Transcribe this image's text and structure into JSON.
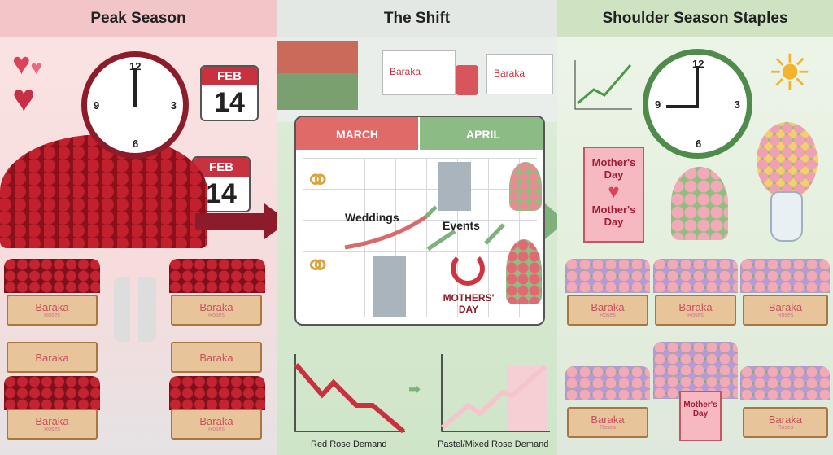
{
  "panels": {
    "peak": {
      "title": "Peak Season",
      "calendar_month": "FEB",
      "calendar_day": "14",
      "brand": "Baraka",
      "brand_sub": "Roses"
    },
    "shift": {
      "title": "The Shift",
      "truck_brand": "Baraka",
      "months": [
        "MARCH",
        "APRIL"
      ],
      "labels": {
        "weddings": "Weddings",
        "events": "Events",
        "mothers_day": "MOTHERS' DAY"
      }
    },
    "shoulder": {
      "title": "Shoulder Season Staples",
      "card_text": "Mother's Day",
      "brand": "Baraka",
      "brand_sub": "Roses"
    }
  },
  "mini_charts": [
    {
      "caption": "Red Rose Demand",
      "trend": "down",
      "color": "#c8313f"
    },
    {
      "caption": "Pastel/Mixed Rose Demand",
      "trend": "up",
      "color": "#f4c6cc"
    }
  ],
  "clock_numbers": [
    "12",
    "3",
    "6",
    "9"
  ],
  "colors": {
    "peak": "#f2c6c9",
    "shift": "#e3e8e4",
    "shoulder": "#cfe3c3",
    "brand_red": "#8d1c2b",
    "green": "#7fb27a"
  }
}
